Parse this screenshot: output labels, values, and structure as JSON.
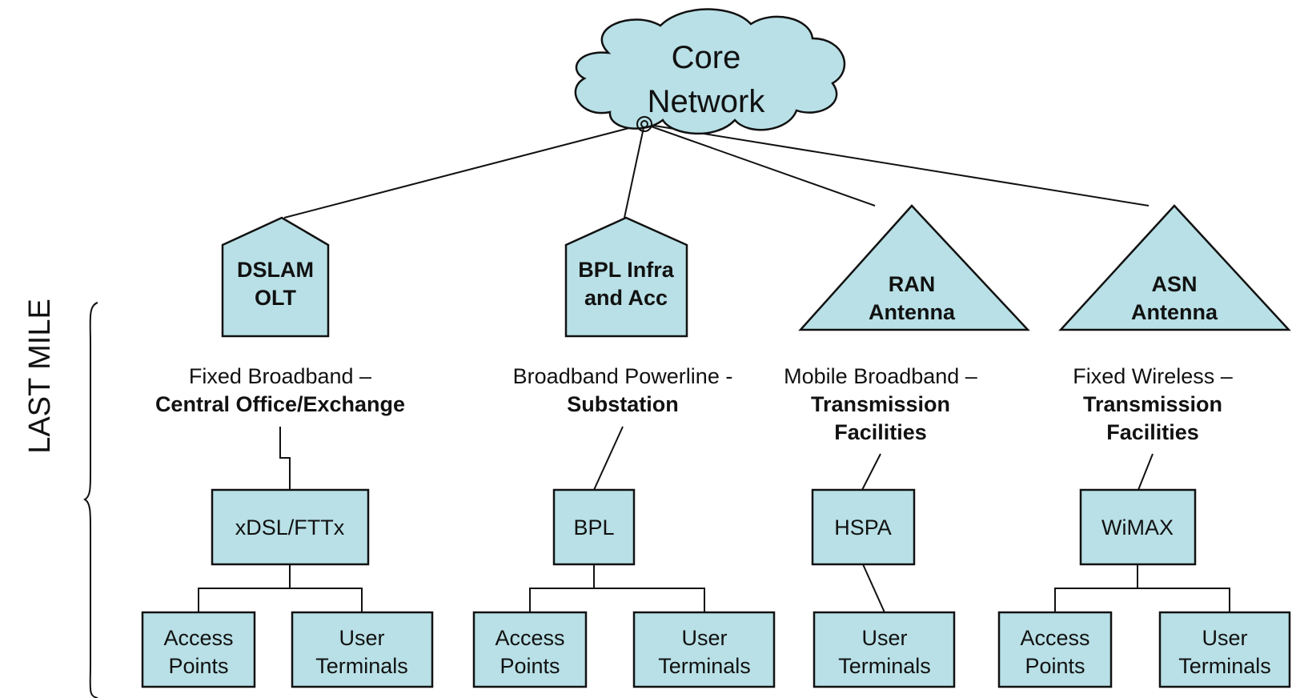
{
  "side_label": "LAST MILE",
  "core": {
    "line1": "Core",
    "line2": "Network"
  },
  "nodes": [
    {
      "line1": "DSLAM",
      "line2": "OLT"
    },
    {
      "line1": "BPL Infra",
      "line2": "and Acc"
    },
    {
      "line1": "RAN",
      "line2": "Antenna"
    },
    {
      "line1": "ASN",
      "line2": "Antenna"
    }
  ],
  "captions": [
    {
      "line1": "Fixed Broadband –",
      "line2": "Central Office/Exchange",
      "line3": ""
    },
    {
      "line1": "Broadband Powerline -",
      "line2": "Substation",
      "line3": ""
    },
    {
      "line1": "Mobile Broadband –",
      "line2": "Transmission",
      "line3": "Facilities"
    },
    {
      "line1": "Fixed Wireless –",
      "line2": "Transmission",
      "line3": "Facilities"
    }
  ],
  "techs": [
    "xDSL/FTTx",
    "BPL",
    "HSPA",
    "WiMAX"
  ],
  "leaves": [
    {
      "line1": "Access",
      "line2": "Points"
    },
    {
      "line1": "User",
      "line2": "Terminals"
    },
    {
      "line1": "Access",
      "line2": "Points"
    },
    {
      "line1": "User",
      "line2": "Terminals"
    },
    {
      "line1": "User",
      "line2": "Terminals"
    },
    {
      "line1": "Access",
      "line2": "Points"
    },
    {
      "line1": "User",
      "line2": "Terminals"
    }
  ]
}
